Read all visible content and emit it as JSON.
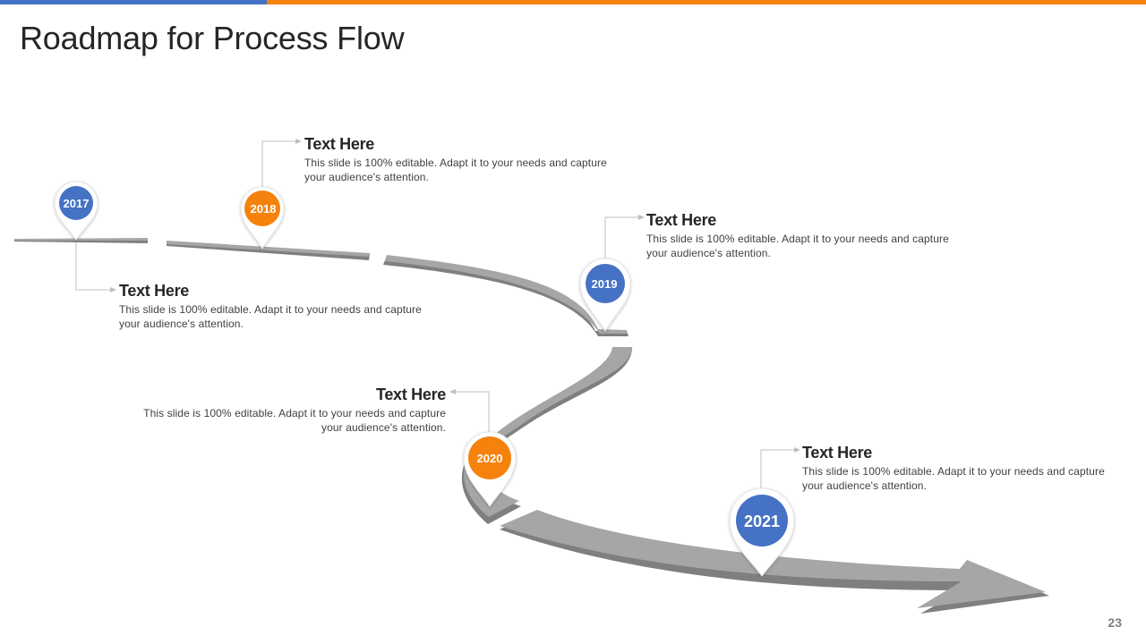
{
  "title": "Roadmap for Process Flow",
  "page_number": "23",
  "colors": {
    "blue": "#4472C4",
    "orange": "#F5820B",
    "road": "#A6A6A6",
    "road_edge": "#7F7F7F"
  },
  "milestones": [
    {
      "year": "2017",
      "color": "blue",
      "heading": "Text Here",
      "text": "This slide is 100% editable. Adapt it to your needs and capture your audience's attention."
    },
    {
      "year": "2018",
      "color": "orange",
      "heading": "Text Here",
      "text": "This slide is 100% editable. Adapt it to your needs and capture your audience's attention."
    },
    {
      "year": "2019",
      "color": "blue",
      "heading": "Text Here",
      "text": "This slide is 100% editable. Adapt it to your needs and capture your audience's attention."
    },
    {
      "year": "2020",
      "color": "orange",
      "heading": "Text Here",
      "text": "This slide is 100% editable. Adapt it to your needs and capture your audience's attention."
    },
    {
      "year": "2021",
      "color": "blue",
      "heading": "Text Here",
      "text": "This slide is 100% editable. Adapt it to your needs and capture your audience's attention."
    }
  ]
}
